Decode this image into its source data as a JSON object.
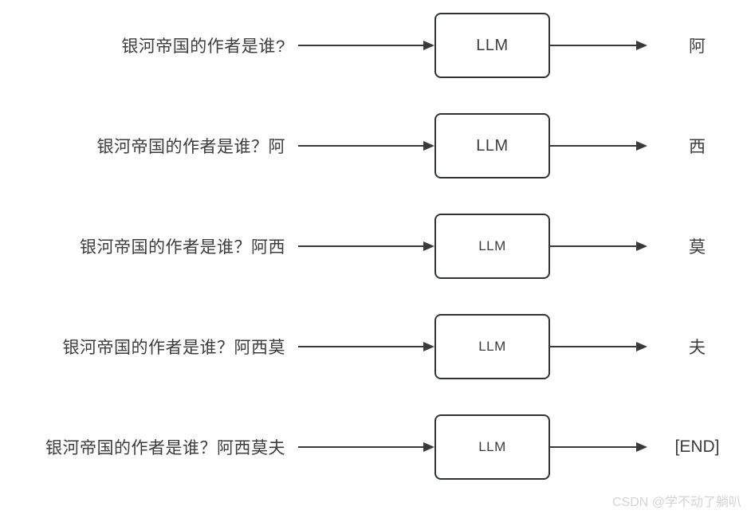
{
  "diagram": {
    "description_hidden": "",
    "rows": [
      {
        "input": "银河帝国的作者是谁?",
        "box_label": "LLM",
        "output": "阿"
      },
      {
        "input": "银河帝国的作者是谁？阿",
        "box_label": "LLM",
        "output": "西"
      },
      {
        "input": "银河帝国的作者是谁？阿西",
        "box_label": "LLM",
        "output": "莫"
      },
      {
        "input": "银河帝国的作者是谁？阿西莫",
        "box_label": "LLM",
        "output": "夫"
      },
      {
        "input": "银河帝国的作者是谁？阿西莫夫",
        "box_label": "LLM",
        "output": "[END]"
      }
    ]
  },
  "watermark": {
    "text": "CSDN @学不动了躺叭"
  },
  "colors": {
    "arrow_line": "#3a3a3a",
    "box_border": "#2f3437",
    "text": "#3c3c3c",
    "watermark": "#d4d4d4",
    "background": "#ffffff"
  }
}
